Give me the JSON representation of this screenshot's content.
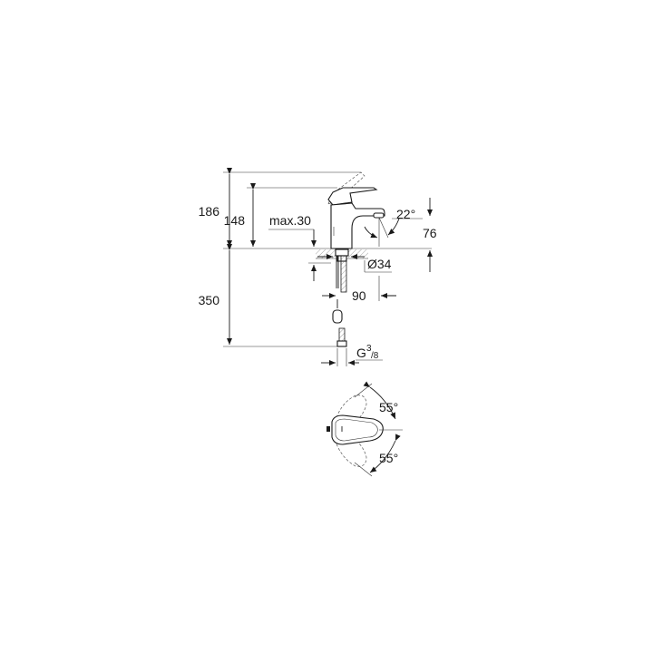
{
  "drawing": {
    "type": "faucet-technical-drawing",
    "side_view": {
      "dimensions": {
        "total_height": "186",
        "spout_height": "148",
        "max_counter_thickness": "max.30",
        "spout_angle": "22°",
        "spout_clearance": "76",
        "hole_diameter": "Ø34",
        "spout_reach": "90",
        "hose_length": "350",
        "connection_thread": "G",
        "connection_thread_sup": "3",
        "connection_thread_sub": "/8"
      }
    },
    "top_view": {
      "dimensions": {
        "lever_rotation_up": "55°",
        "lever_rotation_down": "55°"
      }
    }
  }
}
